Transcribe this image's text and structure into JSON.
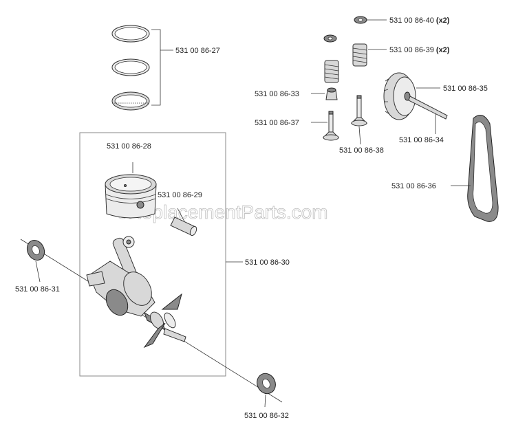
{
  "watermark": "eReplacementParts.com",
  "parts": [
    {
      "id": "p27",
      "number": "531 00 86-27",
      "qty": ""
    },
    {
      "id": "p40",
      "number": "531 00 86-40",
      "qty": "(x2)"
    },
    {
      "id": "p39",
      "number": "531 00 86-39",
      "qty": "(x2)"
    },
    {
      "id": "p33",
      "number": "531 00 86-33",
      "qty": ""
    },
    {
      "id": "p35",
      "number": "531 00 86-35",
      "qty": ""
    },
    {
      "id": "p37",
      "number": "531 00 86-37",
      "qty": ""
    },
    {
      "id": "p38",
      "number": "531 00 86-38",
      "qty": ""
    },
    {
      "id": "p34",
      "number": "531 00 86-34",
      "qty": ""
    },
    {
      "id": "p28",
      "number": "531 00 86-28",
      "qty": ""
    },
    {
      "id": "p29",
      "number": "531 00 86-29",
      "qty": ""
    },
    {
      "id": "p36",
      "number": "531 00 86-36",
      "qty": ""
    },
    {
      "id": "p30",
      "number": "531 00 86-30",
      "qty": ""
    },
    {
      "id": "p31",
      "number": "531 00 86-31",
      "qty": ""
    },
    {
      "id": "p32",
      "number": "531 00 86-32",
      "qty": ""
    }
  ]
}
